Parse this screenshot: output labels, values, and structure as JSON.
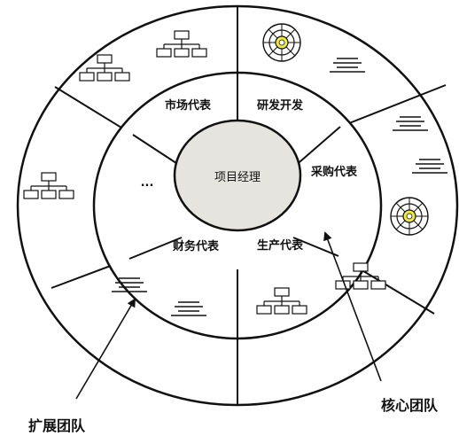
{
  "center": {
    "label": "项目经理"
  },
  "core_ring": {
    "segments": [
      "市场代表",
      "研发开发",
      "采购代表",
      "生产代表",
      "财务代表",
      "..."
    ]
  },
  "callouts": {
    "core": "核心团队",
    "extended": "扩展团队"
  },
  "outer_ring": {
    "icons": [
      "org-chart-icon",
      "org-chart-icon",
      "target-icon",
      "document-lines-icon",
      "document-lines-icon",
      "document-lines-icon",
      "target-icon",
      "org-chart-icon",
      "org-chart-icon",
      "document-lines-icon",
      "document-lines-icon",
      "org-chart-icon"
    ]
  },
  "colors": {
    "center_fill": "#e6e4de",
    "stroke": "#111111",
    "target_fill": "#f0ec3c"
  }
}
